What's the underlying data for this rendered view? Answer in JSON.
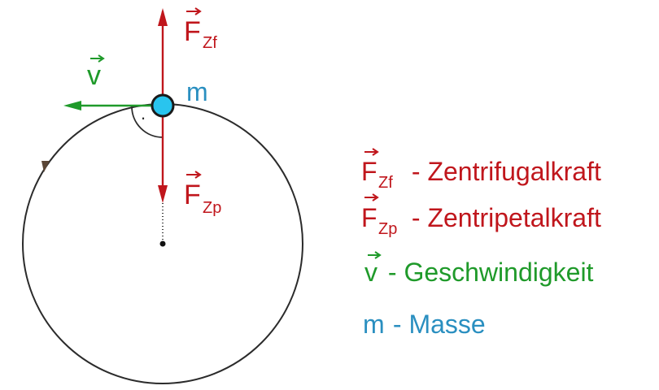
{
  "colors": {
    "force": "#c0161c",
    "velocity": "#1f9a2a",
    "mass": "#2a8fc0",
    "mass_fill": "#29c4ee",
    "circle": "#2b2b2b",
    "direction_marker": "#5a4636"
  },
  "diagram": {
    "labels": {
      "force_zf_symbol": "F",
      "force_zf_sub": "Zf",
      "force_zp_symbol": "F",
      "force_zp_sub": "Zp",
      "velocity_symbol": "v",
      "mass_symbol": "m",
      "right_angle_dot": "·"
    }
  },
  "legend": {
    "items": [
      {
        "symbol": "F",
        "sub": "Zf",
        "text": " - Zentrifugalkraft",
        "vector": true,
        "kind": "force"
      },
      {
        "symbol": "F",
        "sub": "Zp",
        "text": " - Zentripetalkraft",
        "vector": true,
        "kind": "force"
      },
      {
        "symbol": "v",
        "sub": "",
        "text": " - Geschwindigkeit",
        "vector": true,
        "kind": "velocity"
      },
      {
        "symbol": "m",
        "sub": "",
        "text": " - Masse",
        "vector": false,
        "kind": "mass"
      }
    ]
  }
}
